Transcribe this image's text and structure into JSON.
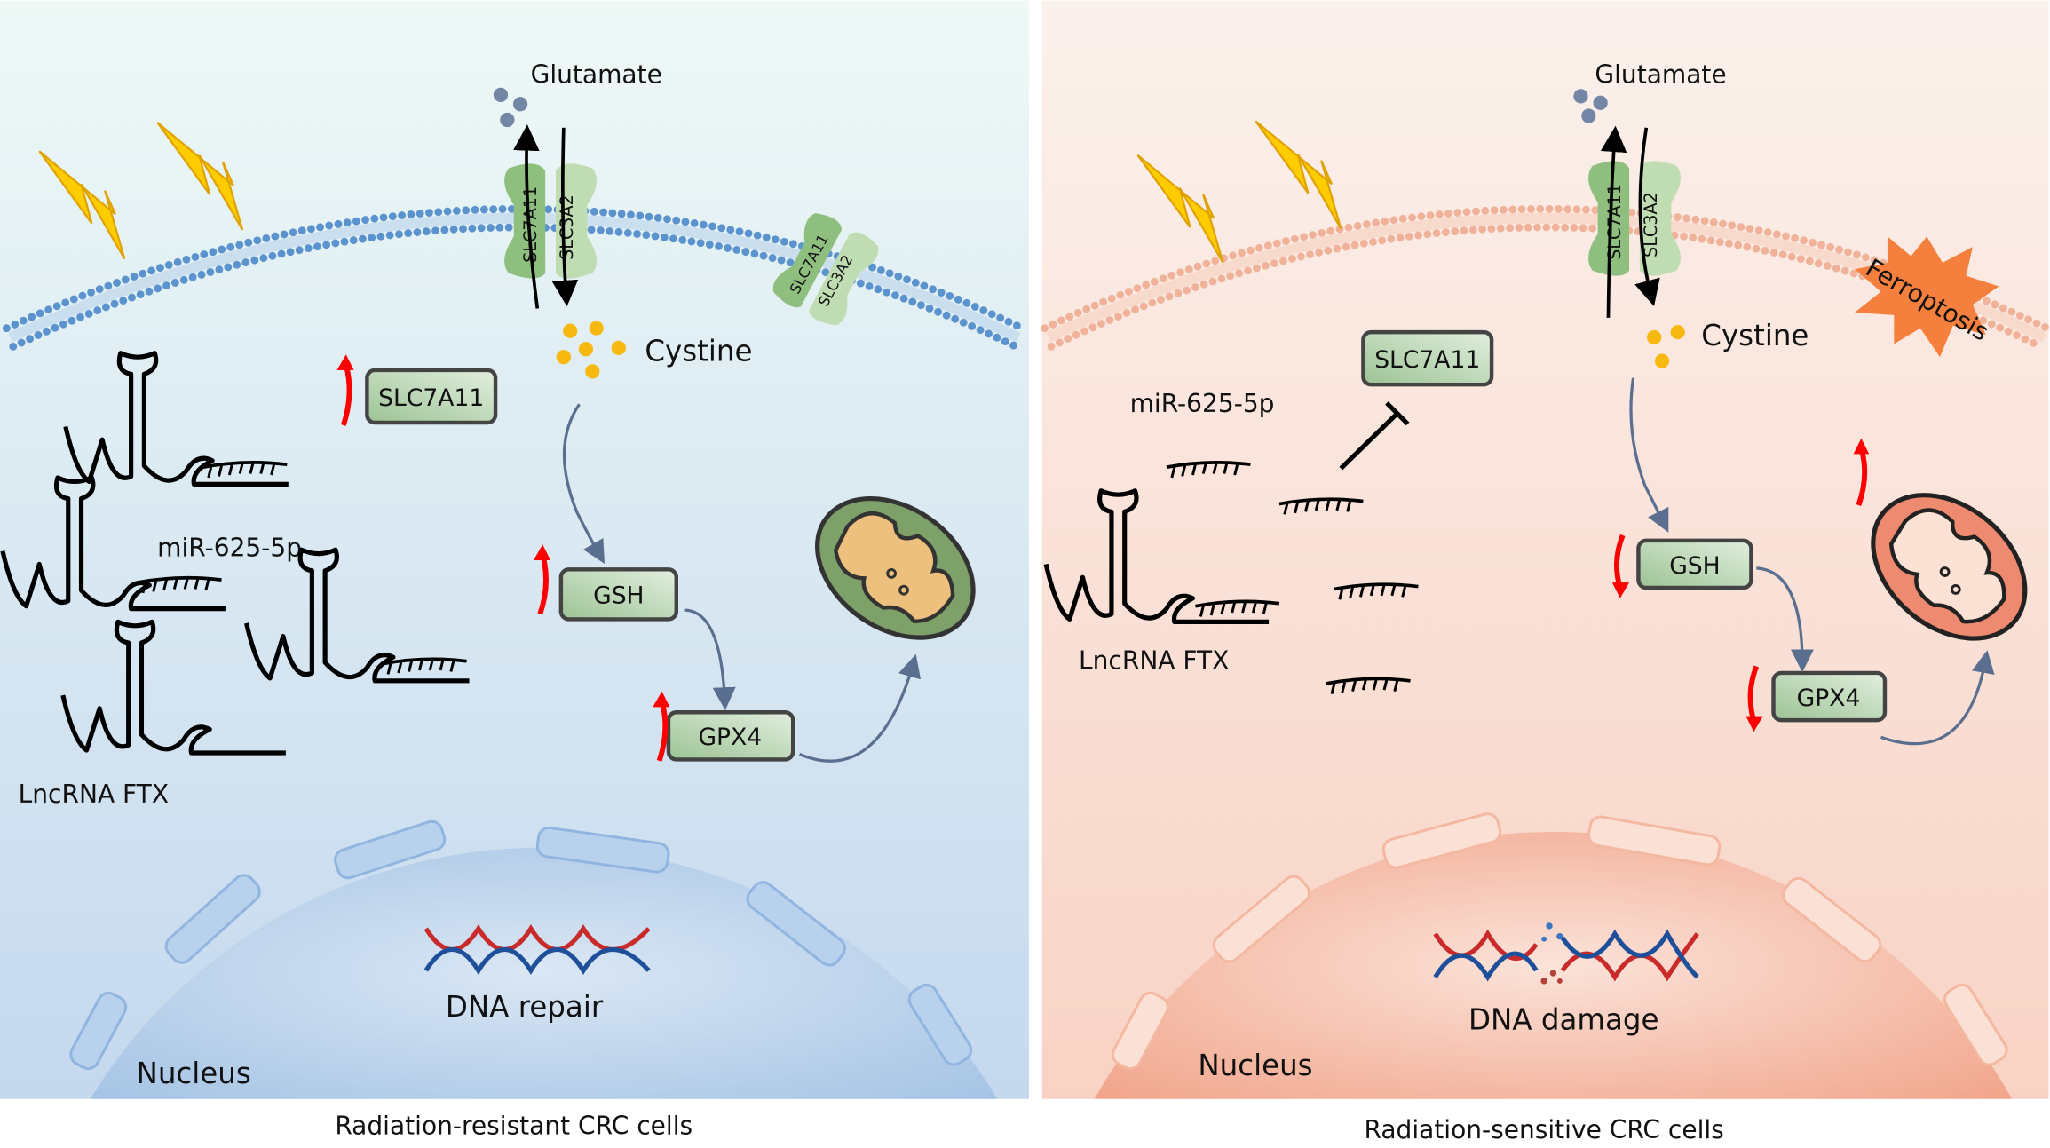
{
  "left_panel": {
    "caption": "Radiation-resistant CRC cells",
    "glutamate": "Glutamate",
    "cystine": "Cystine",
    "transporter_a": "SLC7A11",
    "transporter_b": "SLC3A2",
    "slc7a11_box": "SLC7A11",
    "gsh_box": "GSH",
    "gpx4_box": "GPX4",
    "mirna_label": "miR-625-5p",
    "lncrna_label": "LncRNA FTX",
    "dna_label": "DNA repair",
    "nucleus_label": "Nucleus",
    "regulation": {
      "slc7a11": "up",
      "gsh": "up",
      "gpx4": "up"
    }
  },
  "right_panel": {
    "caption": "Radiation-sensitive CRC cells",
    "glutamate": "Glutamate",
    "cystine": "Cystine",
    "transporter_a": "SLC7A11",
    "transporter_b": "SLC3A2",
    "slc7a11_box": "SLC7A11",
    "gsh_box": "GSH",
    "gpx4_box": "GPX4",
    "mirna_label": "miR-625-5p",
    "lncrna_label": "LncRNA FTX",
    "dna_label": "DNA damage",
    "nucleus_label": "Nucleus",
    "ferroptosis": "Ferroptosis",
    "regulation": {
      "gsh": "down",
      "gpx4": "down",
      "mitochondria": "up"
    }
  },
  "colors": {
    "resistant_bg": "#d6e6f3",
    "sensitive_bg": "#f9e0d6",
    "membrane_blue": "#5b93cf",
    "membrane_orange": "#f0b39a",
    "transporter_green": "#8fbf7f",
    "box_green": "#b9d6b5",
    "regulation_arrow": "#ff0000",
    "pathway_arrow": "#5a6f8f",
    "ferroptosis": "#f5803e",
    "cystine": "#f7b90f",
    "glutamate": "#7386a6"
  }
}
